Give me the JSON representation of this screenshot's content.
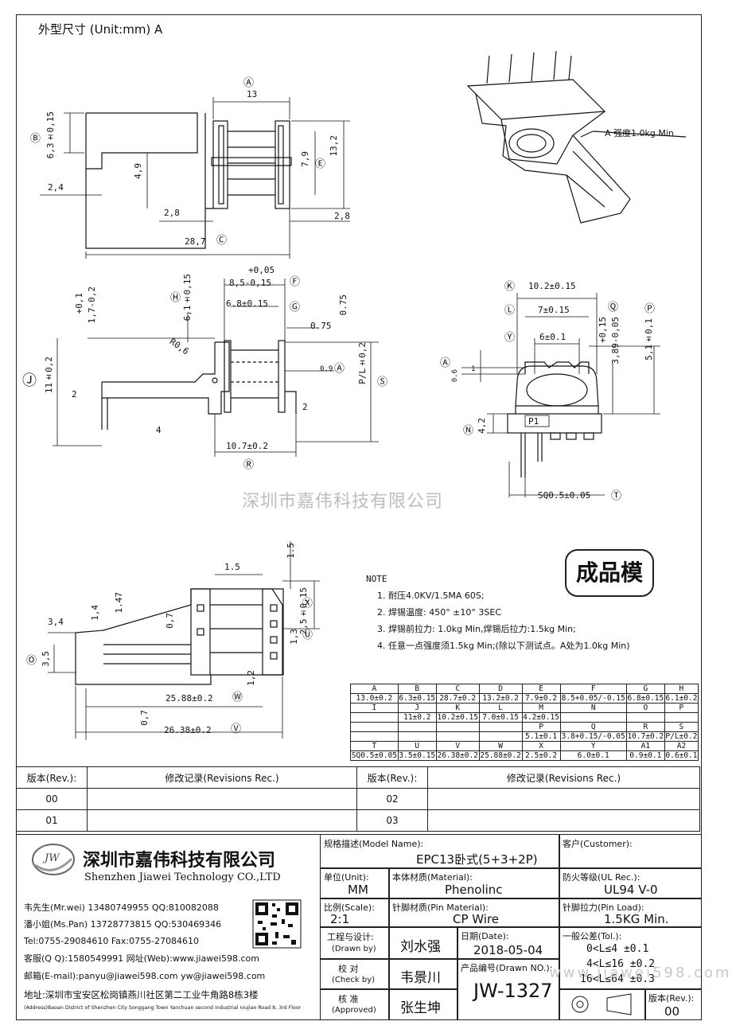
{
  "header": {
    "title": "外型尺寸 (Unit:mm) A"
  },
  "drawing": {
    "top_view": {
      "dim_A": "A",
      "dim_A_val": "13",
      "dim_B_val": "6,3±0,15",
      "dim_B": "B",
      "dim_49": "4,9",
      "dim_24": "2,4",
      "dim_79": "7,9",
      "dim_E": "E",
      "dim_132": "13,2",
      "dim_28a": "2,8",
      "dim_28b": "2,8",
      "dim_287": "28,7",
      "dim_C": "C"
    },
    "iso_note": "A 强度1.0kg Min",
    "side_view": {
      "tol_plus": "+0,05",
      "dim_85": "8,5-0,15",
      "dim_F": "F",
      "dim_68": "6.8±0.15",
      "dim_G": "G",
      "dim_H": "H",
      "dim_61": "6,1±0,15",
      "dim_01": "+0,1",
      "dim_17": "1,7-0,2",
      "dim_075a": "0.75",
      "dim_075b": "0.75",
      "dim_R": "R0,6",
      "dim_09": "0.9",
      "dim_A1": "A1",
      "dim_J": "J",
      "dim_11": "11±0,2",
      "dim_PL": "P/L±0,2",
      "dim_S": "S",
      "dim_2a": "2",
      "dim_2b": "2",
      "dim_4": "4",
      "dim_107": "10.7±0.2",
      "dim_R2": "R"
    },
    "front_view": {
      "dim_K": "K",
      "dim_102": "10.2±0.15",
      "dim_L": "L",
      "dim_7": "7±0.15",
      "dim_Y": "Y",
      "dim_6": "6±0.1",
      "dim_A2": "A2",
      "dim_06": "0.6",
      "dim_1": "1",
      "dim_015": "+0,15",
      "dim_389": "3,89-0,05",
      "dim_Q": "Q",
      "dim_51": "5,1±0,1",
      "dim_P": "P",
      "dim_N": "N",
      "dim_42": "4,2",
      "pin_label": "P1",
      "dim_sq": "SQ0.5±0.05",
      "dim_T": "T"
    },
    "watermark": "深圳市嘉伟科技有限公司",
    "bottom_view": {
      "dim_15a": "1.5",
      "dim_15b": "1.5",
      "dim_34": "3,4",
      "dim_14": "1,4",
      "dim_147": "1.47",
      "dim_07a": "0,7",
      "dim_25": "2,5±0,15",
      "dim_X": "X",
      "dim_13": "1,3",
      "dim_U": "U",
      "dim_35": "3,5",
      "dim_12": "1,2",
      "dim_2588": "25.88±0.2",
      "dim_W": "W",
      "dim_07b": "0,7",
      "dim_2638": "26.38±0.2",
      "dim_V": "V"
    },
    "stamp": "成品模"
  },
  "notes": {
    "title": "NOTE",
    "items": [
      "1.  耐压4.0KV/1.5MA  60S;",
      "2.  焊锡温度: 450° ±10°  3SEC",
      "3.  焊锡前拉力: 1.0kg Min,焊锡后拉力:1.5kg Min;",
      "4.  任意一点强度须1.5kg Min;(除以下测试点。A处为1.0kg Min)"
    ]
  },
  "dim_table": {
    "rows": [
      [
        "A",
        "B",
        "C",
        "D",
        "E",
        "F",
        "G",
        "H"
      ],
      [
        "13.0±0.2",
        "6.3±0.15",
        "28.7±0.2",
        "13.2±0.2",
        "7.9±0.2",
        "8.5+0.05/-0.15",
        "6.8±0.15",
        "6.1±0.2"
      ],
      [
        "I",
        "J",
        "K",
        "L",
        "M",
        "N",
        "O",
        "P"
      ],
      [
        "",
        "11±0.2",
        "10.2±0.15",
        "7.0±0.15",
        "4.2±0.15",
        "",
        "",
        ""
      ],
      [
        "",
        "",
        "",
        "",
        "P",
        "Q",
        "R",
        "S"
      ],
      [
        "",
        "",
        "",
        "",
        "5.1±0.1",
        "3.8+0.15/-0.05",
        "10.7±0.2",
        "P/L±0.2"
      ],
      [
        "T",
        "U",
        "V",
        "W",
        "X",
        "Y",
        "A1",
        "A2"
      ],
      [
        "SQ0.5±0.05",
        "3.5±0.15",
        "26.38±0.2",
        "25.88±0.2",
        "2.5±0.2",
        "6.0±0.1",
        "0.9±0.1",
        "0.6±0.1"
      ]
    ]
  },
  "revisions": {
    "hdr_rev": "版本(Rev.):",
    "hdr_rec": "修改记录(Revisions Rec.)",
    "rows_left": [
      "00",
      "01"
    ],
    "rows_right": [
      "02",
      "03"
    ]
  },
  "company": {
    "logo": "JW",
    "name_cn": "深圳市嘉伟科技有限公司",
    "name_en": "Shenzhen Jiawei Technology CO.,LTD",
    "contacts": [
      "韦先生(Mr.wei) 13480749955 QQ:810082088",
      "潘小姐(Ms.Pan) 13728773815 QQ:530469346",
      "Tel:0755-29084610    Fax:0755-27084610",
      "客服(Q Q):1580549991   网址(Web):www.jiawei598.com",
      "邮箱(E-mail):panyu@jiawei598.com  yw@jiawei598.com"
    ],
    "addr_cn": "地址:深圳市宝安区松岗镇燕川社区第二工业牛角路8栋3楼",
    "addr_en": "(Address)Baoan District of Shenzhen City Songgang Town Yanchuan  second industrial niujiao Road 8, 3rd Floor"
  },
  "title_block": {
    "model_label": "规格描述(Model Name):",
    "model_value": "EPC13卧式(5+3+2P)",
    "customer_label": "客户(Customer):",
    "customer_value": "",
    "unit_label": "单位(Unit):",
    "unit_value": "MM",
    "material_label": "本体材质(Material):",
    "material_value": "Phenolinc",
    "ul_label": "防火等级(UL Rec.):",
    "ul_value": "UL94 V-0",
    "scale_label": "比例(Scale):",
    "scale_value": "2:1",
    "pinmat_label": "针脚材质(Pin Material):",
    "pinmat_value": "CP Wire",
    "pinload_label": "针脚拉力(Pin Load):",
    "pinload_value": "1.5KG Min.",
    "drawn_label": "工程与设计:",
    "drawn_sub": "(Drawn by)",
    "drawn_value": "刘水强",
    "date_label": "日期(Date):",
    "date_value": "2018-05-04",
    "tol_label": "一般公差(Tol.):",
    "tol_rows": [
      "0<L≤4    ±0.1",
      "4<L≤16   ±0.2",
      "16<L≤64  ±0.3"
    ],
    "check_label": "校  对",
    "check_sub": "(Check by)",
    "check_value": "韦景川",
    "drawno_label": "产品编号(Drawn NO.):",
    "drawno_value": "JW-1327",
    "approved_label": "核  准",
    "approved_sub": "(Approved)",
    "approved_value": "张生坤",
    "rev_label": "版本(Rev.):",
    "rev_value": "00",
    "watermark_url": "www.jiawei598.com"
  }
}
